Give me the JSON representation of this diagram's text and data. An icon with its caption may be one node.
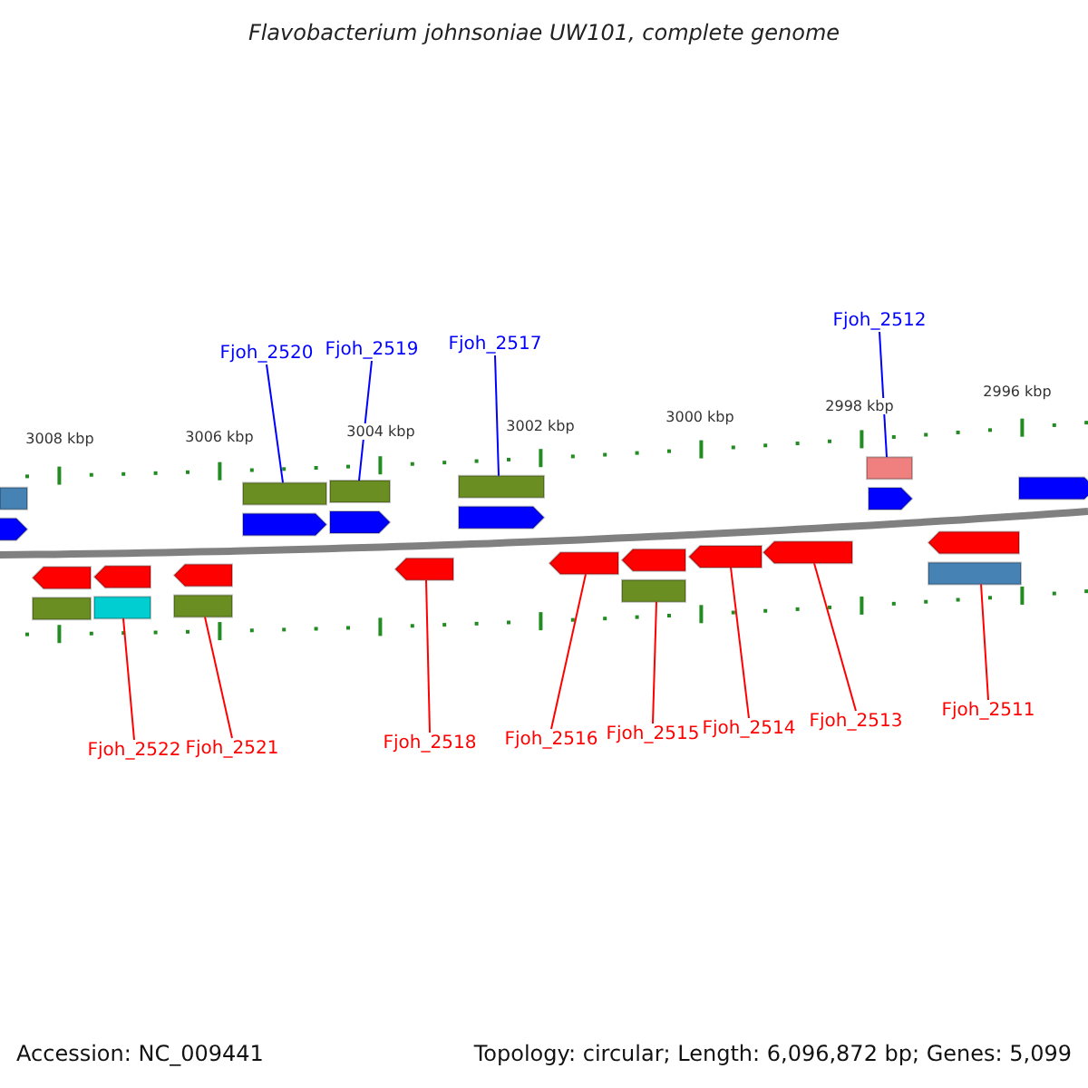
{
  "diagram": {
    "title": "Flavobacterium johnsoniae UW101, complete genome",
    "nodes": [
      {
        "text": [
          "Fjoh_2520"
        ]
      },
      {
        "text": [
          "Fjoh_2519"
        ]
      },
      {
        "text": [
          "Fjoh_2517"
        ]
      },
      {
        "text": [
          "Fjoh_2512"
        ]
      },
      {
        "text": [],
        "shape": "bar"
      },
      {
        "text": [],
        "shape": "bar"
      },
      {
        "text": [],
        "shape": "bar"
      },
      {
        "text": [],
        "shape": "bar"
      },
      {
        "text": [],
        "shape": "bar"
      },
      {
        "text": [],
        "shape": "arrow"
      },
      {
        "text": [],
        "shape": "arrow"
      },
      {
        "text": [],
        "shape": "arrow"
      },
      {
        "text": [],
        "shape": "arrow"
      },
      {
        "text": [],
        "shape": "arrow"
      },
      {
        "text": [],
        "shape": "arrow"
      },
      {
        "text": [],
        "shape": "arrow"
      },
      {
        "text": [],
        "shape": "arrow"
      },
      {
        "text": [],
        "shape": "arrow"
      },
      {
        "text": [],
        "shape": "arrow"
      },
      {
        "text": [],
        "shape": "arrow"
      },
      {
        "text": [],
        "shape": "arrow"
      },
      {
        "text": [],
        "shape": "arrow"
      },
      {
        "text": [],
        "shape": "arrow"
      },
      {
        "text": [],
        "shape": "arrow"
      },
      {
        "text": [],
        "shape": "bar"
      },
      {
        "text": [],
        "shape": "bar"
      },
      {
        "text": [],
        "shape": "bar"
      },
      {
        "text": [],
        "shape": "bar"
      },
      {
        "text": [],
        "shape": "bar"
      },
      {
        "text": [
          "Fjoh_2522"
        ]
      },
      {
        "text": [
          "Fjoh_2521"
        ]
      },
      {
        "text": [
          "Fjoh_2518"
        ]
      },
      {
        "text": [
          "Fjoh_2516"
        ]
      },
      {
        "text": [
          "Fjoh_2515"
        ]
      },
      {
        "text": [
          "Fjoh_2514"
        ]
      },
      {
        "text": [
          "Fjoh_2513"
        ]
      },
      {
        "text": [
          "Fjoh_2511"
        ]
      }
    ],
    "edges": [
      {
        "from": 0,
        "to": 5,
        "arrow": "none",
        "color": "#0000ff"
      },
      {
        "from": 1,
        "to": 6,
        "arrow": "none",
        "color": "#0000ff"
      },
      {
        "from": 2,
        "to": 7,
        "arrow": "none",
        "color": "#0000ff"
      },
      {
        "from": 3,
        "to": 8,
        "arrow": "none",
        "color": "#0000ff"
      },
      {
        "from": 29,
        "to": 25,
        "arrow": "none"
      },
      {
        "from": 30,
        "to": 26,
        "arrow": "none"
      },
      {
        "from": 31,
        "to": 18,
        "arrow": "none"
      },
      {
        "from": 32,
        "to": 19,
        "arrow": "none"
      },
      {
        "from": 33,
        "to": 27,
        "arrow": "none"
      },
      {
        "from": 34,
        "to": 21,
        "arrow": "none"
      },
      {
        "from": 35,
        "to": 22,
        "arrow": "none"
      },
      {
        "from": 36,
        "to": 28,
        "arrow": "none"
      }
    ],
    "labels": [
      "3008 kbp",
      "3006 kbp",
      "3004 kbp",
      "3002 kbp",
      "3000 kbp",
      "2998 kbp",
      "2996 kbp",
      "Accession: NC_009441",
      "Topology: circular; Length: 6,096,872 bp; Genes: 5,099"
    ]
  }
}
